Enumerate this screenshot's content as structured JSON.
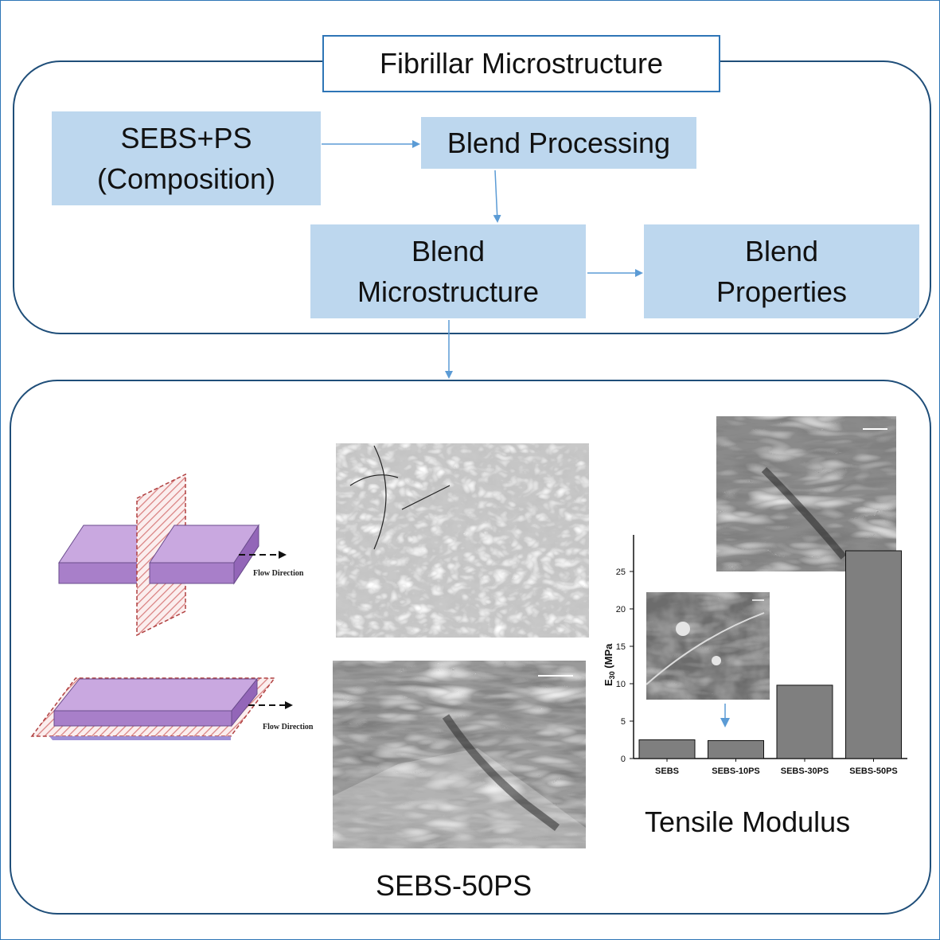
{
  "title": "Fibrillar Microstructure",
  "flow": {
    "composition": [
      "SEBS+PS",
      "(Composition)"
    ],
    "processing": "Blend Processing",
    "microstructure": [
      "Blend",
      "Microstructure"
    ],
    "properties": [
      "Blend",
      "Properties"
    ]
  },
  "schematic": {
    "flow_label_1": "Flow Direction",
    "flow_label_2": "Flow Direction"
  },
  "sem_caption": "SEBS-50PS",
  "chart_caption": "Tensile Modulus",
  "colors": {
    "box_fill": "#bdd7ee",
    "arrow": "#5b9bd5",
    "panel_border": "#1f4e79",
    "slab": "#c9a8e0",
    "bar": "#7f7f7f"
  },
  "chart_data": {
    "type": "bar",
    "categories": [
      "SEBS",
      "SEBS-10PS",
      "SEBS-30PS",
      "SEBS-50PS"
    ],
    "values": [
      2.5,
      2.4,
      9.8,
      28
    ],
    "ylabel": "E30 (MPa",
    "ylabel_main": "E",
    "ylabel_sub": "30",
    "ylabel_rest": " (MPa",
    "yticks": [
      "0",
      "5",
      "10",
      "15",
      "20",
      "25"
    ],
    "ylim": [
      0,
      30
    ],
    "grid": false,
    "legend": "none"
  }
}
